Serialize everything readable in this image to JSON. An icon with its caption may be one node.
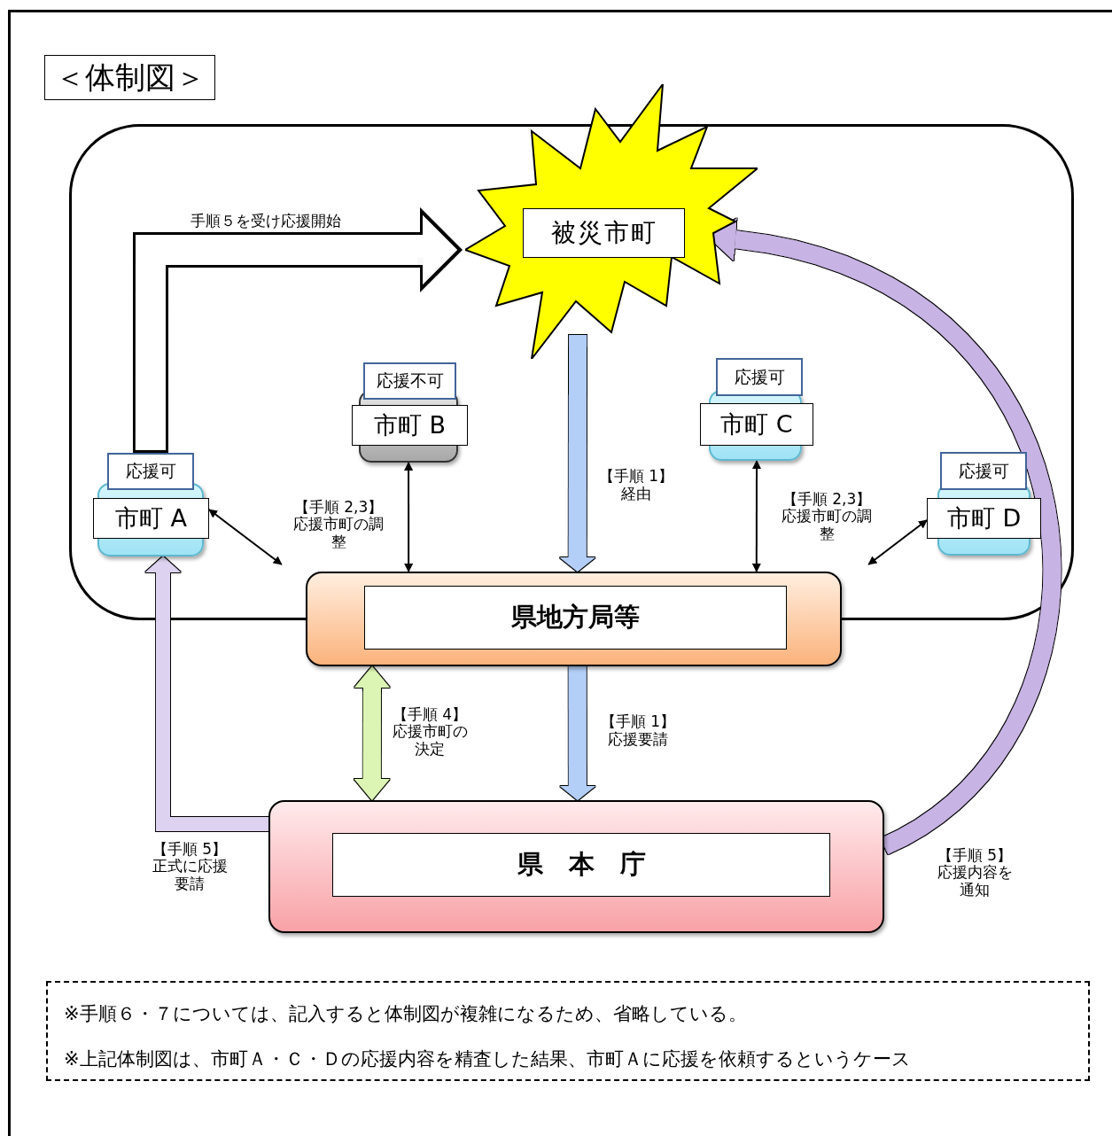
{
  "diagram": {
    "title": "＜体制図＞",
    "nodes": [
      {
        "text": [],
        "shape": "box"
      },
      {
        "text": [
          "被災市町"
        ],
        "in": 0
      },
      {
        "text": [
          "応援可",
          "市町 A"
        ],
        "in": 0
      },
      {
        "text": [
          "応援不可",
          "市町 B"
        ],
        "in": 0
      },
      {
        "text": [
          "応援可",
          "市町 C"
        ],
        "in": 0
      },
      {
        "text": [
          "応援可",
          "市町 D"
        ],
        "in": 0
      },
      {
        "text": [
          "県地方局等"
        ]
      },
      {
        "text": [
          "県　本　庁"
        ]
      }
    ],
    "edges": [
      {
        "from": 2,
        "to": 1,
        "arrow": "to",
        "label": "手順５を受け応援開始",
        "style": "thick"
      },
      {
        "from": 2,
        "to": 6,
        "arrow": "both",
        "label": "【手順 2,3】応援市町の調整"
      },
      {
        "from": 3,
        "to": 6,
        "arrow": "both"
      },
      {
        "from": 4,
        "to": 6,
        "arrow": "both"
      },
      {
        "from": 5,
        "to": 6,
        "arrow": "both",
        "label": "【手順 2,3】応援市町の調整"
      },
      {
        "from": 1,
        "to": 6,
        "arrow": "to",
        "label": "【手順 1】経由",
        "color": "#b4cff7"
      },
      {
        "from": 6,
        "to": 7,
        "arrow": "to",
        "label": "【手順 1】応援要請",
        "color": "#b4cff7"
      },
      {
        "from": 7,
        "to": 6,
        "arrow": "both",
        "label": "【手順 4】応援市町の決定",
        "color": "#dcf5b4"
      },
      {
        "from": 7,
        "to": 2,
        "arrow": "to",
        "label": "【手順 5】正式に応援要請",
        "color": "#ddd3f0"
      },
      {
        "from": 7,
        "to": 1,
        "arrow": "to",
        "label": "【手順 5】応援内容を通知",
        "color": "#c8b4e4"
      }
    ],
    "labels": [
      "※手順６・７については、記入すると体制図が複雑になるため、省略している。",
      "※上記体制図は、市町Ａ・Ｃ・Ｄの応援内容を精査した結果、市町Ａに応援を依頼するというケース"
    ]
  }
}
